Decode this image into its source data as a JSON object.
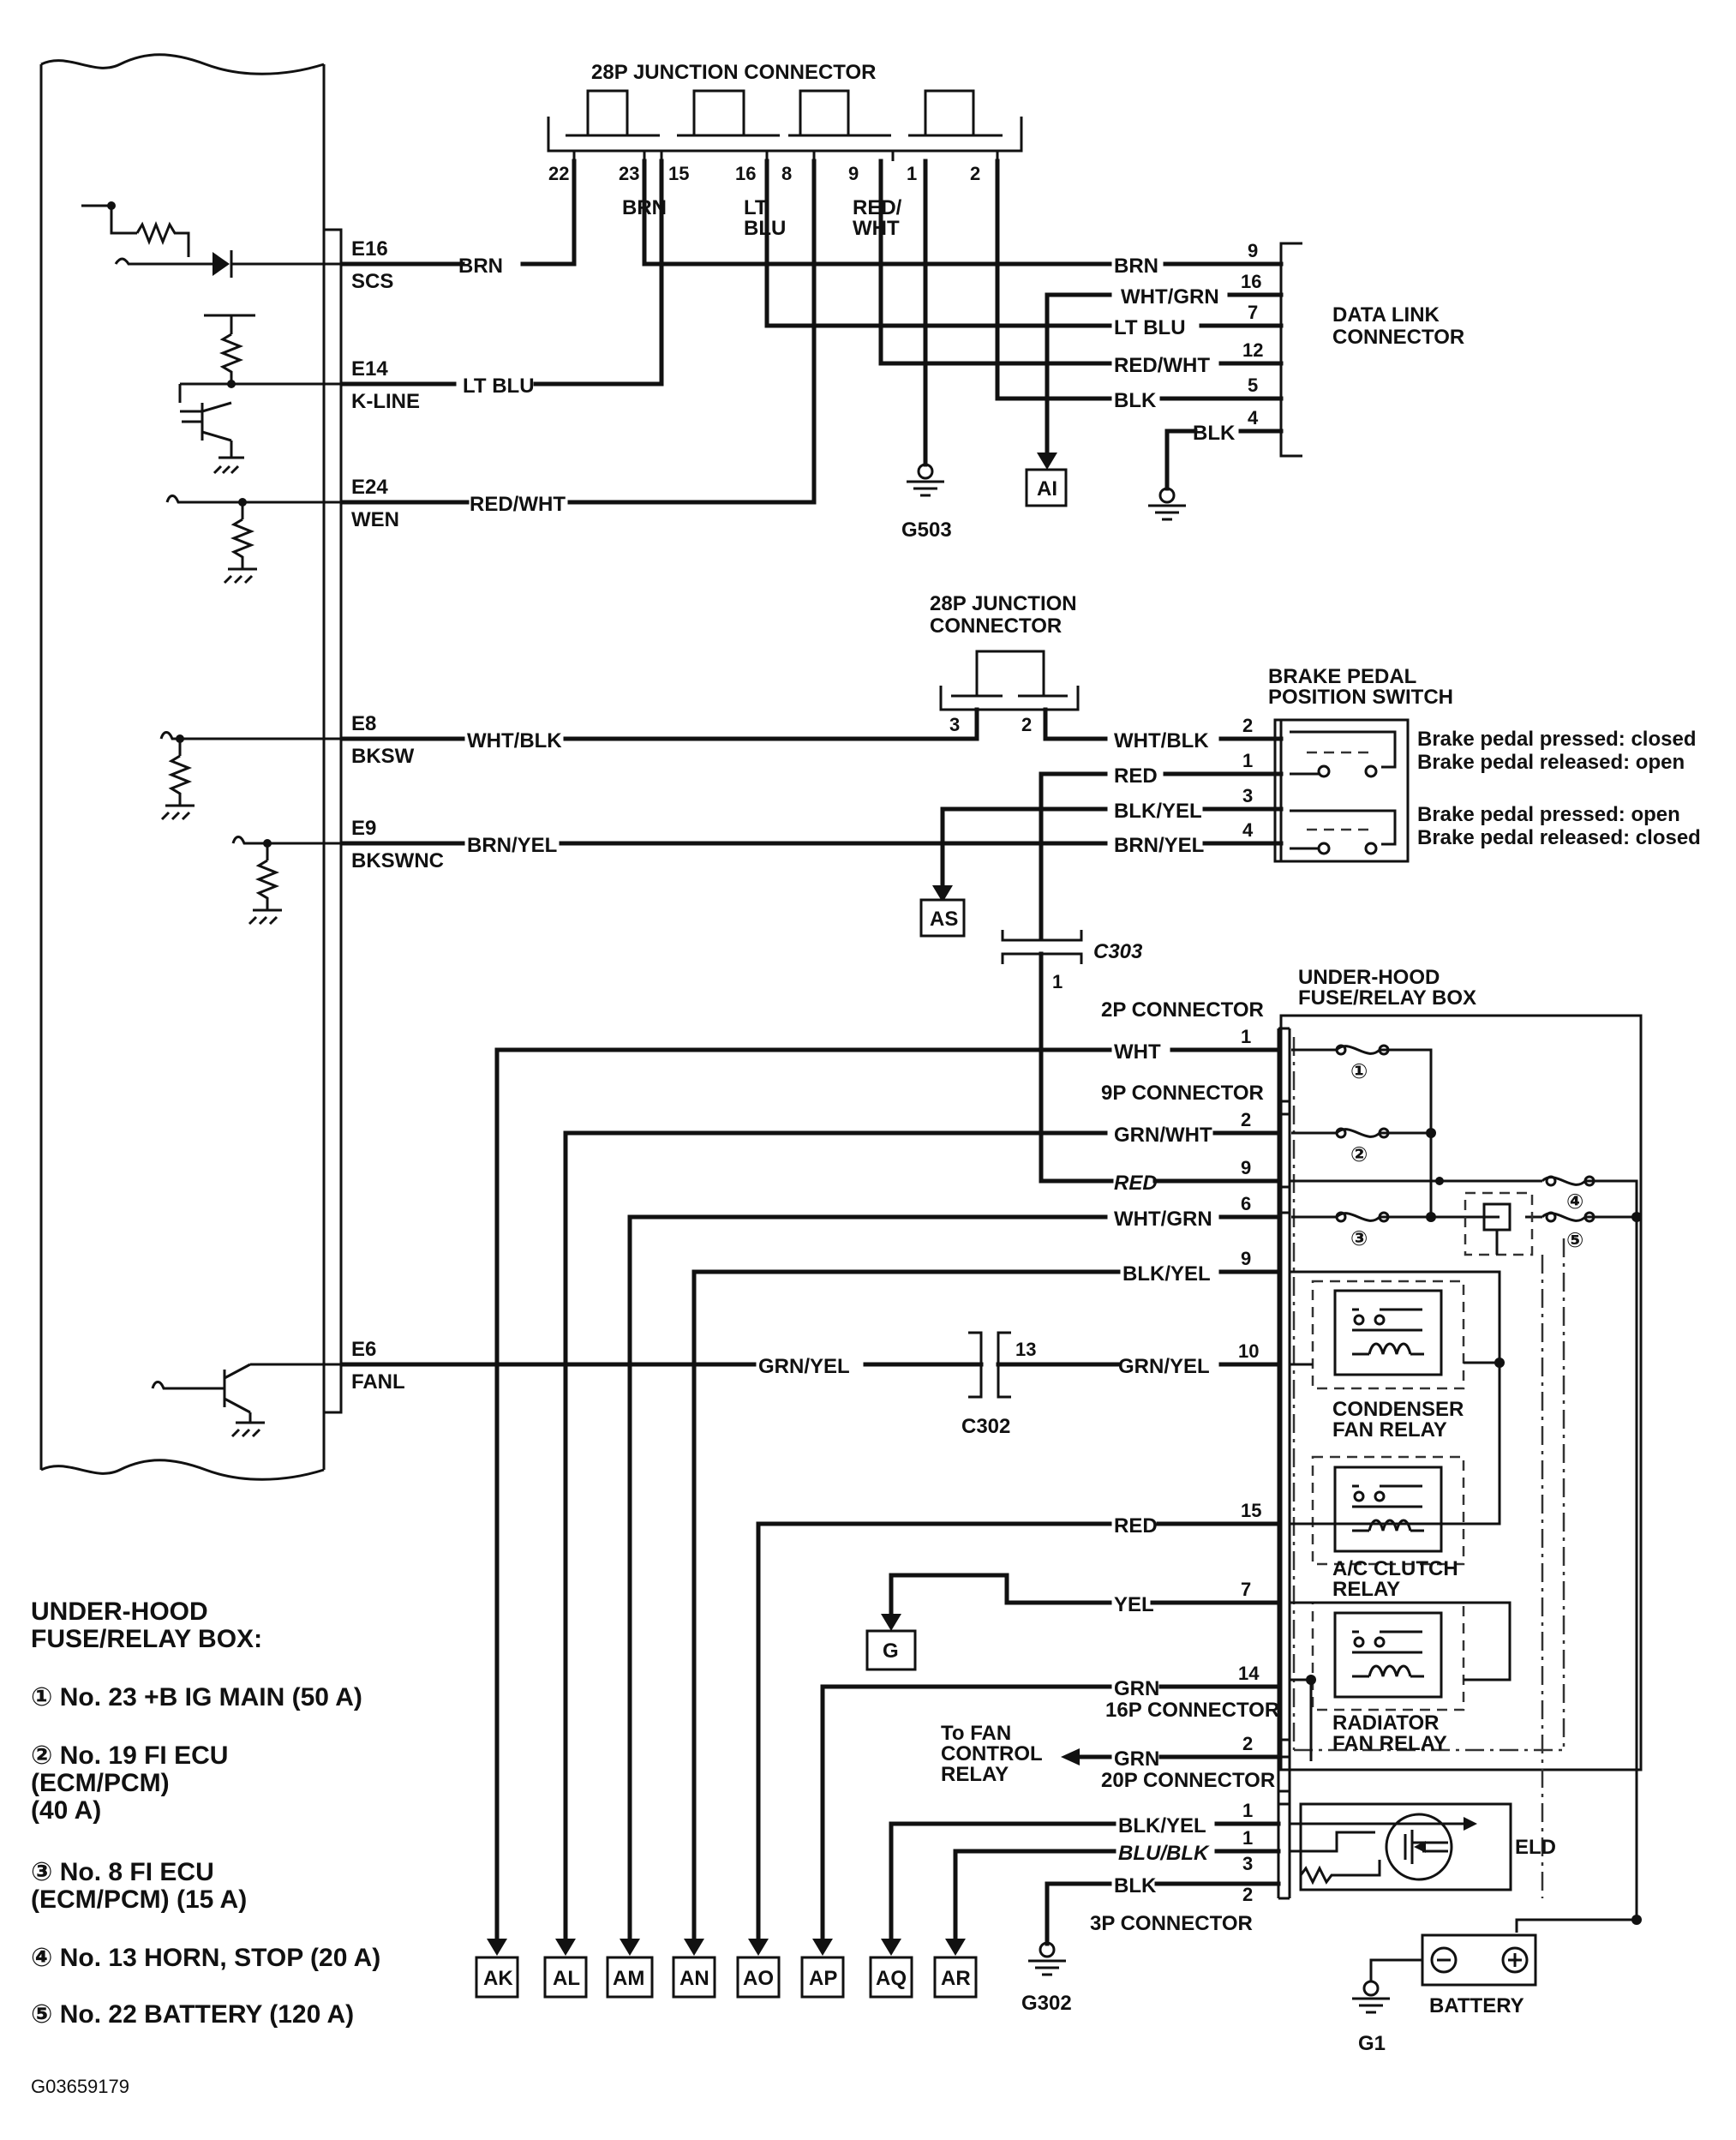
{
  "top_junction": {
    "title": "28P JUNCTION CONNECTOR",
    "pins": [
      "22",
      "23",
      "15",
      "16",
      "8",
      "9",
      "1",
      "2"
    ],
    "wires": [
      "BRN",
      "LT\nBLU",
      "RED/\nWHT"
    ]
  },
  "ecm": [
    {
      "id": "e16",
      "term": "E16",
      "name": "SCS",
      "wire": "BRN"
    },
    {
      "id": "e14",
      "term": "E14",
      "name": "K-LINE",
      "wire": "LT BLU"
    },
    {
      "id": "e24",
      "term": "E24",
      "name": "WEN",
      "wire": "RED/WHT"
    },
    {
      "id": "e8",
      "term": "E8",
      "name": "BKSW",
      "wire": "WHT/BLK"
    },
    {
      "id": "e9",
      "term": "E9",
      "name": "BKSWNC",
      "wire": "BRN/YEL"
    },
    {
      "id": "e6",
      "term": "E6",
      "name": "FANL",
      "wire": "GRN/YEL"
    }
  ],
  "dlc": {
    "title": "DATA LINK\nCONNECTOR",
    "rows": [
      {
        "wire": "BRN",
        "pin": "9"
      },
      {
        "wire": "WHT/GRN",
        "pin": "16"
      },
      {
        "wire": "LT BLU",
        "pin": "7"
      },
      {
        "wire": "RED/WHT",
        "pin": "12"
      },
      {
        "wire": "BLK",
        "pin": "5"
      },
      {
        "wire": "BLK",
        "pin": "4"
      }
    ]
  },
  "grounds": {
    "g503": "G503",
    "g302": "G302",
    "g1": "G1"
  },
  "refs": {
    "ai": "AI",
    "as": "AS",
    "g": "G"
  },
  "mid_junction": {
    "title": "28P JUNCTION\nCONNECTOR",
    "pins": [
      "3",
      "2"
    ]
  },
  "brake": {
    "title": "BRAKE PEDAL\nPOSITION SWITCH",
    "rows": [
      {
        "wire": "WHT/BLK",
        "pin": "2"
      },
      {
        "wire": "RED",
        "pin": "1"
      },
      {
        "wire": "BLK/YEL",
        "pin": "3"
      },
      {
        "wire": "BRN/YEL",
        "pin": "4"
      }
    ],
    "notes": [
      "Brake pedal pressed: closed",
      "Brake pedal released: open",
      "Brake pedal pressed: open",
      "Brake pedal released: closed"
    ]
  },
  "c303": {
    "name": "C303",
    "pin": "1"
  },
  "c302": {
    "name": "C302",
    "pin": "13"
  },
  "underhood": {
    "title": "UNDER-HOOD\nFUSE/RELAY BOX",
    "connectors": [
      "2P CONNECTOR",
      "9P CONNECTOR",
      "16P CONNECTOR",
      "20P CONNECTOR",
      "3P CONNECTOR"
    ],
    "rows": [
      {
        "wire": "WHT",
        "pin": "1"
      },
      {
        "wire": "GRN/WHT",
        "pin": "2"
      },
      {
        "wire": "RED",
        "pin": "9"
      },
      {
        "wire": "WHT/GRN",
        "pin": "6"
      },
      {
        "wire": "BLK/YEL",
        "pin": "9"
      },
      {
        "wire": "GRN/YEL",
        "pin": "10"
      },
      {
        "wire": "RED",
        "pin": "15"
      },
      {
        "wire": "YEL",
        "pin": "7"
      },
      {
        "wire": "GRN",
        "pin": "14"
      },
      {
        "wire": "GRN",
        "pin": "2"
      },
      {
        "wire": "BLK/YEL",
        "pin": "1"
      },
      {
        "wire": "BLU/BLK",
        "pin": "1"
      },
      {
        "wire": "BLK",
        "pin": "3"
      },
      {
        "wire": "",
        "pin": "2"
      }
    ],
    "fuse_marks": [
      "①",
      "②",
      "③",
      "④",
      "⑤"
    ],
    "relays": [
      "CONDENSER\nFAN RELAY",
      "A/C CLUTCH\nRELAY",
      "RADIATOR\nFAN RELAY"
    ],
    "eld": "ELD",
    "battery": "BATTERY",
    "fan_control": "To FAN\nCONTROL\nRELAY"
  },
  "bottom_refs": [
    "AK",
    "AL",
    "AM",
    "AN",
    "AO",
    "AP",
    "AQ",
    "AR"
  ],
  "legend": {
    "title": "UNDER-HOOD\nFUSE/RELAY BOX:",
    "items": [
      "① No. 23 +B IG MAIN (50 A)",
      "② No. 19 FI ECU\n(ECM/PCM)\n(40 A)",
      "③ No. 8 FI ECU\n(ECM/PCM) (15 A)",
      "④ No. 13 HORN, STOP (20 A)",
      "⑤ No. 22 BATTERY (120 A)"
    ]
  },
  "code": "G03659179"
}
